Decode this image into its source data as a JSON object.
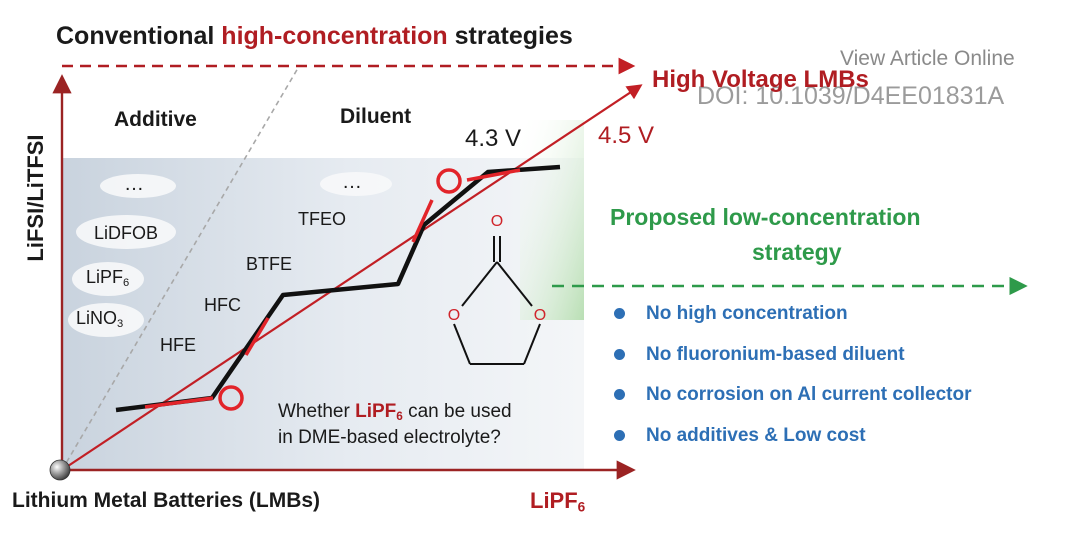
{
  "title": {
    "pre": "Conventional ",
    "highlight": "high-concentration",
    "post": " strategies"
  },
  "watermark": {
    "line1": "View Article Online",
    "line2": "DOI: 10.1039/D4EE01831A"
  },
  "high_voltage_label": "High Voltage LMBs",
  "voltage_43": "4.3 V",
  "voltage_45": "4.5 V",
  "y_axis_label": "LiFSI/LiTFSI",
  "x_axis_label": {
    "main": "LiPF",
    "sub": "6"
  },
  "origin_label": "Lithium Metal Batteries (LMBs)",
  "regions": {
    "additive": "Additive",
    "diluent": "Diluent"
  },
  "additives": {
    "ellipsis": "…",
    "lidfob": "LiDFOB",
    "lipf6": {
      "main": "LiPF",
      "sub": "6"
    },
    "lino3": {
      "main": "LiNO",
      "sub": "3"
    }
  },
  "diluents": {
    "ellipsis": "…",
    "tfeo": "TFEO",
    "btfe": "BTFE",
    "hfc": "HFC",
    "hfe": "HFE"
  },
  "question": {
    "pre": "Whether ",
    "highlight_main": "LiPF",
    "highlight_sub": "6",
    "post": " can be used",
    "line2": "in DME-based electrolyte?"
  },
  "molecule_atoms": [
    "O",
    "O",
    "O"
  ],
  "proposed": {
    "line1": "Proposed low-concentration",
    "line2": "strategy"
  },
  "bullets": [
    "No high concentration",
    "No fluoronium-based diluent",
    "No corrosion on Al current collector",
    "No additives & Low cost"
  ],
  "colors": {
    "red": "#b01d22",
    "green": "#2e9a4a",
    "blue": "#2d6fb5",
    "dark": "#1a1a1a"
  }
}
